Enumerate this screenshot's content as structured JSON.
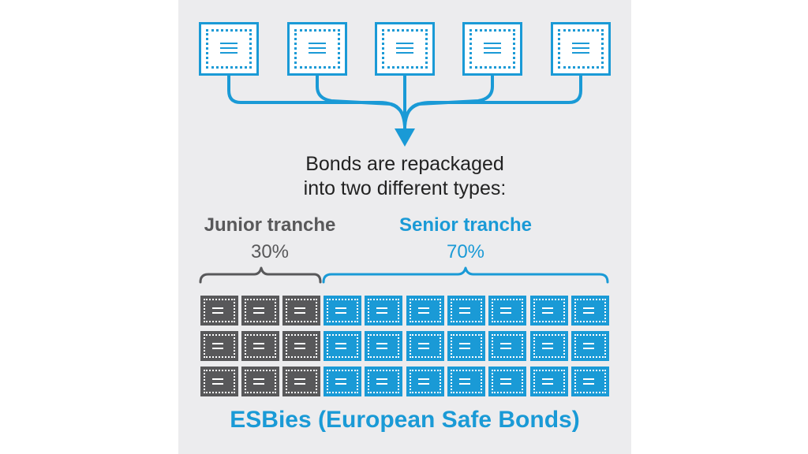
{
  "caption": {
    "line1": "Bonds are repackaged",
    "line2": "into two different types:"
  },
  "junior": {
    "label": "Junior tranche",
    "pct": "30%",
    "share": 0.3,
    "color": "#58585a",
    "cols": 3
  },
  "senior": {
    "label": "Senior tranche",
    "pct": "70%",
    "share": 0.7,
    "color": "#1a9ad6",
    "cols": 7
  },
  "grid_rows": 3,
  "source_bonds": 5,
  "title": "ESBies (European Safe Bonds)",
  "colors": {
    "background": "#ececee",
    "accent": "#1a9ad6",
    "dark": "#58585a"
  },
  "icons": [
    "bond-icon",
    "arrow-down-icon",
    "brace-icon"
  ]
}
